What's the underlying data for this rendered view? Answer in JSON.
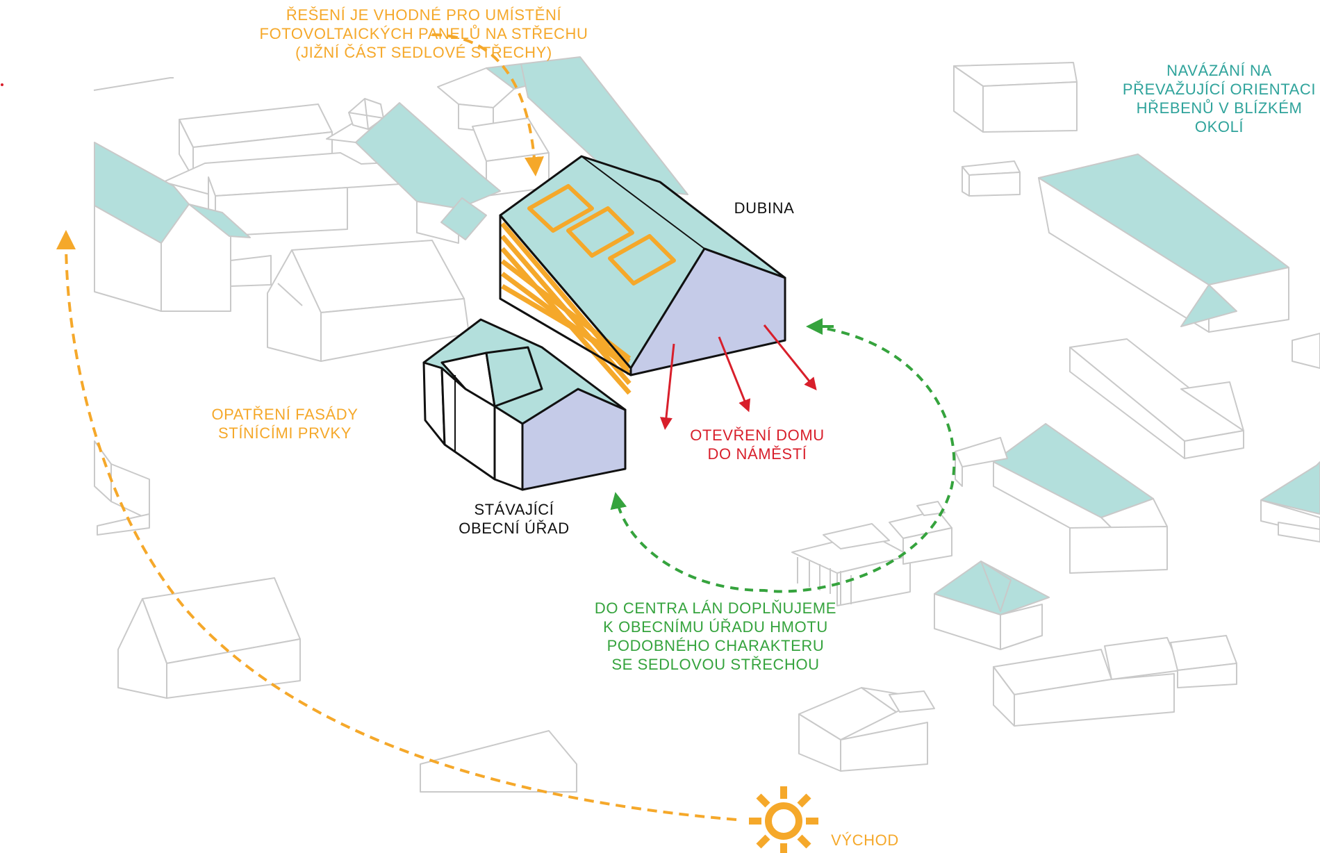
{
  "colors": {
    "orange": "#f5a82a",
    "teal": "#2fa39b",
    "red": "#d81f2b",
    "green": "#35a33d",
    "roof": "#b3dfdc",
    "facade": "#c5cbe8",
    "context_line": "#c9c9c9"
  },
  "labels": {
    "solar": [
      "ŘEŠENÍ JE VHODNÉ PRO UMÍSTĚNÍ",
      "FOTOVOLTAICKÝCH PANELŮ NA STŘECHU",
      "(JIŽNÍ ČÁST SEDLOVÉ STŘECHY)"
    ],
    "orientation": [
      "NAVÁZÁNÍ NA",
      "PŘEVAŽUJÍCÍ ORIENTACI",
      "HŘEBENŮ V BLÍZKÉM",
      "OKOLÍ"
    ],
    "dubina": "DUBINA",
    "facade": [
      "OPATŘENÍ FASÁDY",
      "STÍNÍCÍMI PRVKY"
    ],
    "opening": [
      "OTEVŘENÍ DOMU",
      "DO NÁMĚSTÍ"
    ],
    "existing": [
      "STÁVAJÍCÍ",
      "OBECNÍ ÚŘAD"
    ],
    "centre": [
      "DO CENTRA LÁN DOPLŇUJEME",
      "K OBECNÍMU ÚŘADU HMOTU",
      "PODOBNÉHO CHARAKTERU",
      "SE SEDLOVOU STŘECHOU"
    ],
    "east": "VÝCHOD"
  }
}
